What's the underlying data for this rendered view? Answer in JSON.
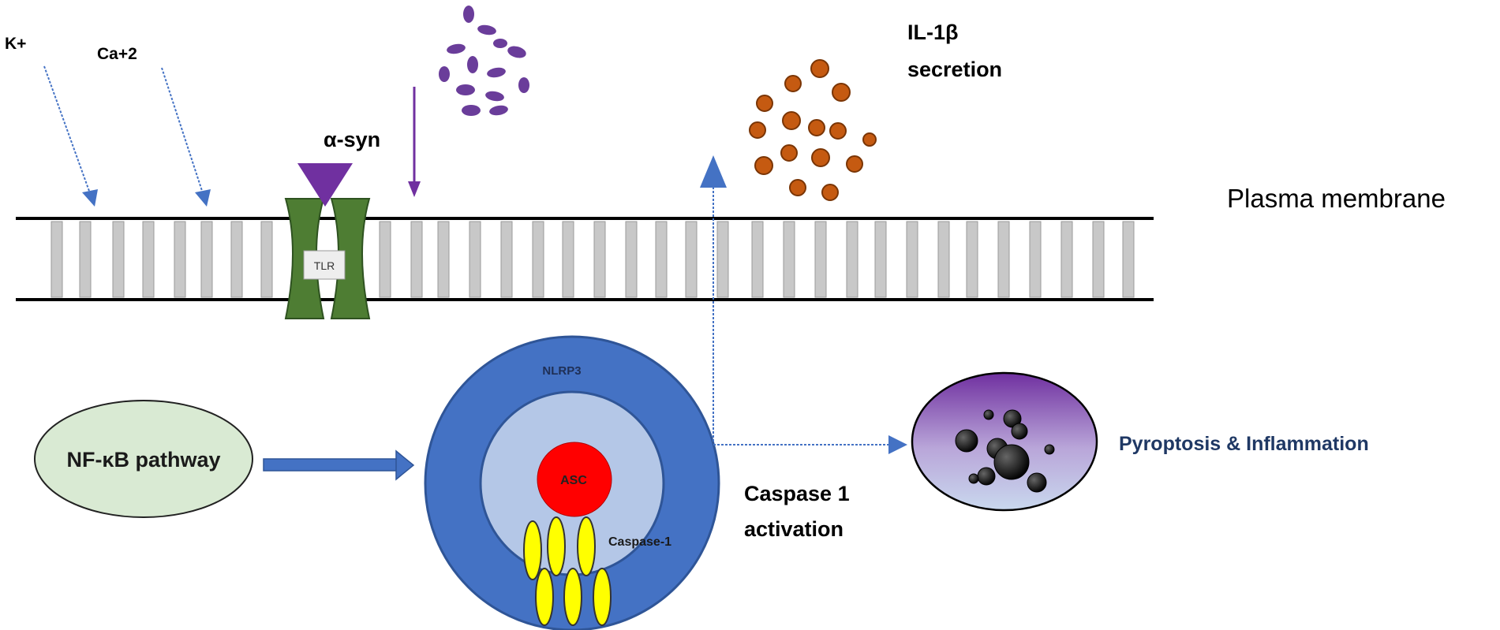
{
  "labels": {
    "k_ion": "K+",
    "ca_ion": "Ca+2",
    "alpha_syn": "α-syn",
    "il1b_line1": "IL-1β",
    "il1b_line2": "secretion",
    "plasma_membrane": "Plasma membrane",
    "tlr": "TLR",
    "nfkb": "NF-κB pathway",
    "nlrp3": "NLRP3",
    "asc": "ASC",
    "caspase1_label": "Caspase-1",
    "caspase_activation_line1": "Caspase 1",
    "caspase_activation_line2": "activation",
    "pyroptosis": "Pyroptosis & Inflammation"
  },
  "colors": {
    "membrane_post": "#c8c8c8",
    "tlr_green": "#4e7d33",
    "alpha_syn_purple": "#7030a0",
    "alpha_syn_dot": "#6a3d9a",
    "il1b_orange": "#c55a11",
    "arrow_blue": "#4472c4",
    "nlrp3_outer": "#4472c4",
    "nlrp3_inner": "#b4c7e7",
    "asc_red": "#ff0000",
    "caspase_yellow": "#ffff00",
    "nfkb_green": "#d9ead3",
    "pyroptosis_text": "#1f3864"
  }
}
